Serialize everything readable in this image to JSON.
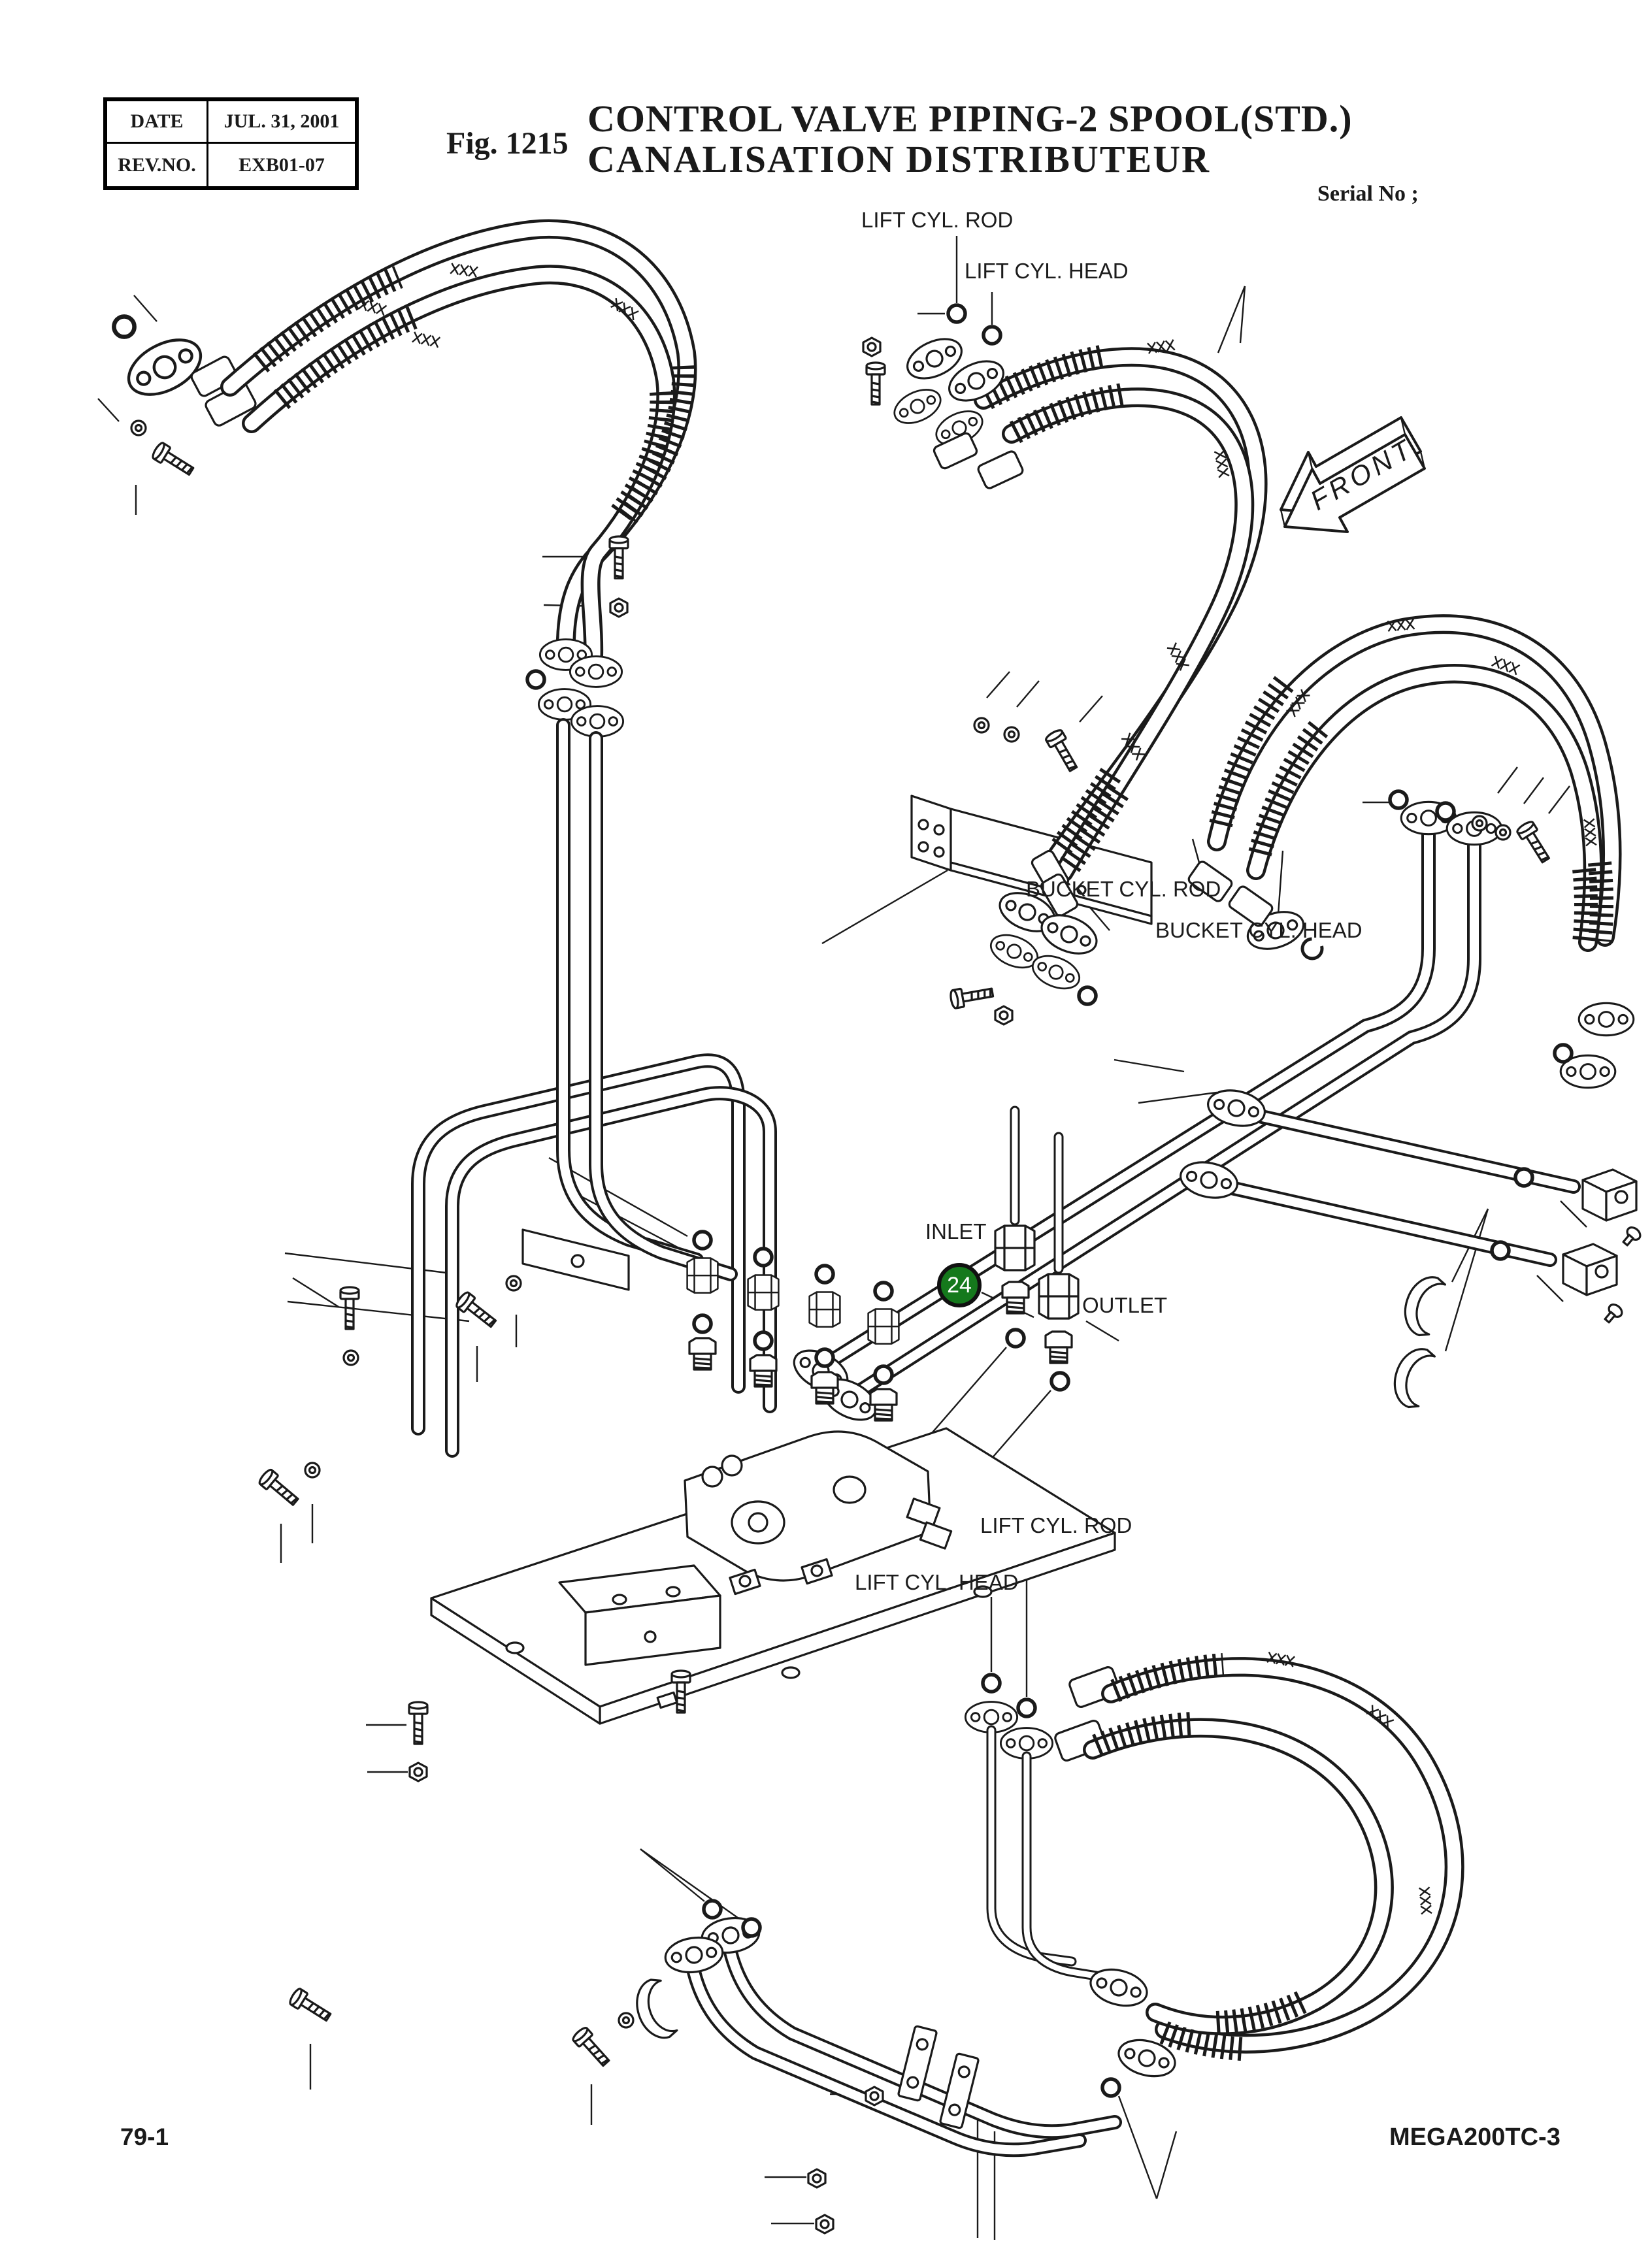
{
  "header": {
    "table": {
      "rows": [
        {
          "label": "DATE",
          "value": "JUL. 31, 2001"
        },
        {
          "label": "REV.NO.",
          "value": "EXB01-07"
        }
      ]
    },
    "figure_number": "Fig. 1215",
    "title_line1": "CONTROL VALVE PIPING-2 SPOOL(STD.)",
    "title_line2": "CANALISATION DISTRIBUTEUR",
    "serial_label": "Serial No ;"
  },
  "labels": {
    "lift_cyl_rod_top": "LIFT CYL. ROD",
    "lift_cyl_head_top": "LIFT CYL. HEAD",
    "bucket_cyl_rod": "BUCKET CYL. ROD",
    "bucket_cyl_head": "BUCKET CYL. HEAD",
    "inlet": "INLET",
    "outlet": "OUTLET",
    "lift_cyl_rod_bottom": "LIFT CYL. ROD",
    "lift_cyl_head_bottom": "LIFT CYL. HEAD",
    "front": "FRONT"
  },
  "callout": {
    "number": "24",
    "color_hex": "#15791c",
    "text_color": "#ffffff",
    "style": "background:#15791c"
  },
  "footer": {
    "page_number": "79-1",
    "model_code": "MEGA200TC-3"
  },
  "colors": {
    "line": "#1a1a1a",
    "paper": "#ffffff",
    "callout_green": "#15791c"
  }
}
